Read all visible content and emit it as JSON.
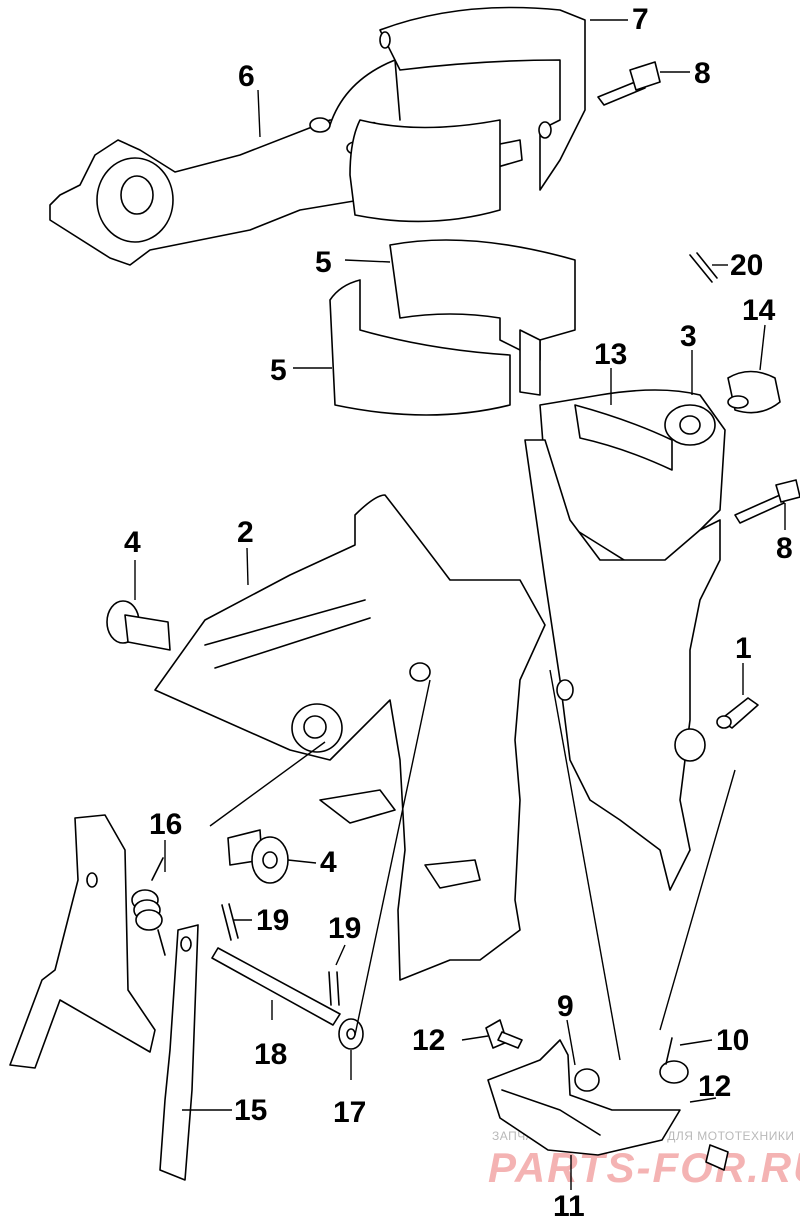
{
  "callouts": [
    {
      "id": "c7",
      "label": "7"
    },
    {
      "id": "c8a",
      "label": "8"
    },
    {
      "id": "c6",
      "label": "6"
    },
    {
      "id": "c5a",
      "label": "5"
    },
    {
      "id": "c5b",
      "label": "5"
    },
    {
      "id": "c20",
      "label": "20"
    },
    {
      "id": "c14",
      "label": "14"
    },
    {
      "id": "c3",
      "label": "3"
    },
    {
      "id": "c13",
      "label": "13"
    },
    {
      "id": "c4a",
      "label": "4"
    },
    {
      "id": "c2",
      "label": "2"
    },
    {
      "id": "c8b",
      "label": "8"
    },
    {
      "id": "c1",
      "label": "1"
    },
    {
      "id": "c16",
      "label": "16"
    },
    {
      "id": "c4b",
      "label": "4"
    },
    {
      "id": "c19a",
      "label": "19"
    },
    {
      "id": "c19b",
      "label": "19"
    },
    {
      "id": "c9",
      "label": "9"
    },
    {
      "id": "c10",
      "label": "10"
    },
    {
      "id": "c12a",
      "label": "12"
    },
    {
      "id": "c12b",
      "label": "12"
    },
    {
      "id": "c18",
      "label": "18"
    },
    {
      "id": "c15",
      "label": "15"
    },
    {
      "id": "c17",
      "label": "17"
    },
    {
      "id": "c11",
      "label": "11"
    }
  ],
  "watermark": {
    "caption": "ЗАПЧАСТИ И АКСЕССУАРЫ ДЛЯ МОТОТЕХНИКИ",
    "logo": "PARTS-FOR.RU"
  },
  "colors": {
    "line": "#000000",
    "background": "#ffffff",
    "watermark_caption": "#b9b9b9",
    "watermark_logo": "#f4b3b3"
  }
}
